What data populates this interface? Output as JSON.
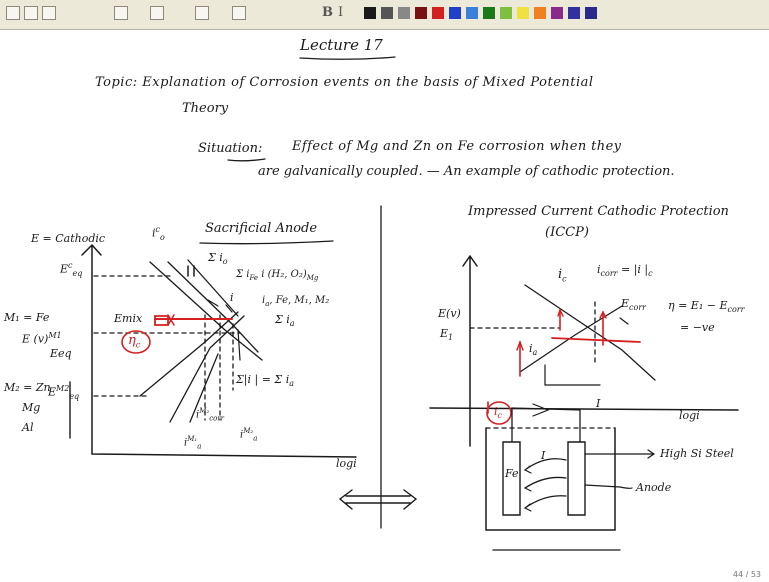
{
  "toolbar": {
    "buttons": [
      "open-icon",
      "save-icon",
      "print-icon",
      "pen-icon",
      "highlighter-icon",
      "eraser-icon",
      "lasso-icon",
      "bold-icon",
      "italic-icon"
    ],
    "bold_label": "B",
    "italic_label": "I",
    "colors": [
      "#1a1a1a",
      "#555555",
      "#888888",
      "#7a1010",
      "#d42020",
      "#2040c8",
      "#3a7fd8",
      "#1a7a1a",
      "#7fbf3f",
      "#f0e040",
      "#f08020",
      "#8a2a8a",
      "#3030a0",
      "#2a2a8a"
    ]
  },
  "notes": {
    "title": "Lecture 17",
    "topic_line1": "Topic: Explanation of Corrosion events on the basis of Mixed Potential",
    "topic_line2": "Theory",
    "situation_label": "Situation:",
    "situation_line1": "Effect of Mg and Zn on Fe corrosion when they",
    "situation_line2": "are galvanically coupled. — An example of cathodic protection.",
    "left_plot": {
      "heading": "Sacrificial Anode",
      "y_axis": "E = Cathodic",
      "ic0": "i",
      "ic0_sup": "c",
      "ic0_sub": "o",
      "sum_io": "Σ i",
      "sum_io_sub": "o",
      "eeq_c": "E",
      "eeq_c_sup": "c",
      "eeq_c_sub": "eq",
      "ic_h2o2": "Σ i",
      "ic_h2o2_sub": "Fe",
      "ic_h2o2_rest": "i  (H₂, O₂)",
      "ic_h2o2_end": "Mg",
      "ic_label": "i",
      "ia_label": "i",
      "ia_metals": "Fe, M₁, M₂",
      "sum_ia": "Σ i",
      "e_mix": "Emix",
      "eta_c": "η",
      "m1_fe": "M₁ = Fe",
      "e_v": "E (v)",
      "e_m1": "M1",
      "eeq_m1": "Eeq",
      "sum_ic_eq": "Σ|i | = Σ i",
      "m2_zn": "M₂ = Zn",
      "mg": "Mg",
      "al": "Al",
      "eeq_m2": "E",
      "eeq_m2_sup": "M2",
      "eeq_m2_sub": "eq",
      "icorr_m2": "i",
      "icorr_m2_sup": "M₂",
      "icorr_m2_sub": "corr",
      "ia_m1": "i",
      "ia_m1_sup": "M₁",
      "ia_m2": "i",
      "ia_m2_sup": "M₂",
      "x_axis": "logi"
    },
    "right_plot": {
      "heading": "Impressed Current Cathodic Protection",
      "abbrev": "(ICCP)",
      "ic": "i",
      "ic_sub": "c",
      "icorr": "i",
      "icorr_sub": "corr",
      "icorr_eq": "= |i |",
      "e_corr": "E",
      "e_corr_sub": "corr",
      "eta_eq": "η = E₁ − E",
      "eta_eq_sub": "corr",
      "eta_eq2": "= −ve",
      "e_v": "E(v)",
      "e1": "E",
      "e1_sub": "1",
      "ia": "i",
      "ia_sub": "a",
      "x_axis": "logi",
      "ic_circle": "i",
      "ic_circle_sub": "c",
      "current_i": "I",
      "current_i2": "I",
      "fe": "Fe",
      "high_si": "High Si Steel",
      "anode": "Anode"
    },
    "page_number": "44 / 53"
  }
}
